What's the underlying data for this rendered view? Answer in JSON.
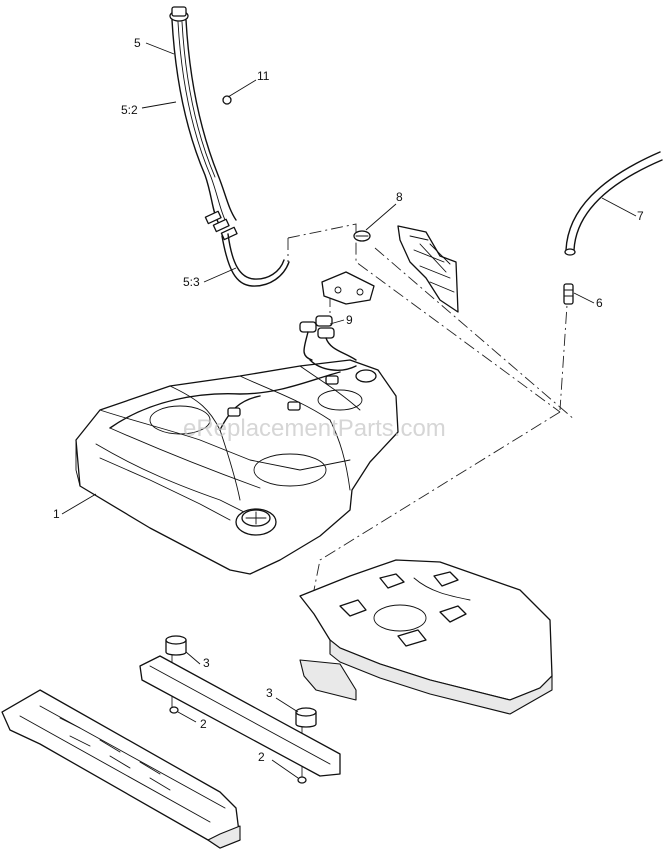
{
  "watermark": "eReplacementParts.com",
  "callouts": {
    "c5": "5",
    "c52": "5:2",
    "c11": "11",
    "c8": "8",
    "c7": "7",
    "c53": "5:3",
    "c6": "6",
    "c9": "9",
    "c1": "1",
    "c3a": "3",
    "c2a": "2",
    "c3b": "3",
    "c2b": "2"
  }
}
